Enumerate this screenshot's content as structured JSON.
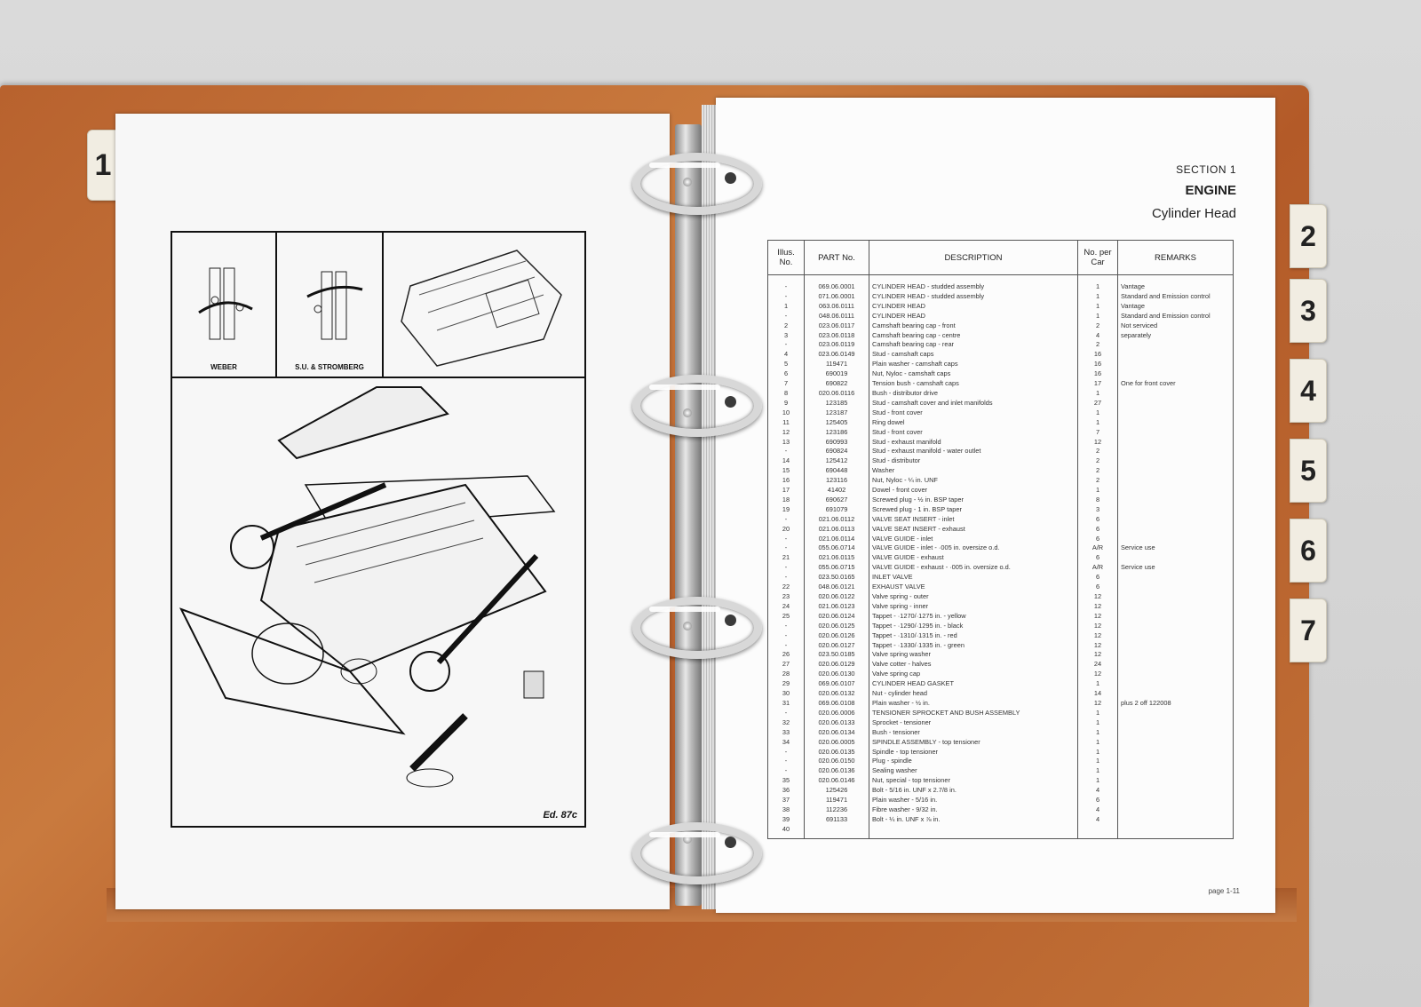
{
  "tabs": {
    "left": "1",
    "right": [
      "2",
      "3",
      "4",
      "5",
      "6",
      "7"
    ]
  },
  "left_page": {
    "inset_labels": [
      "WEBER",
      "S.U. & STROMBERG"
    ],
    "edition_mark": "Ed. 87c"
  },
  "right_page": {
    "section_label": "SECTION 1",
    "section_title": "ENGINE",
    "section_subtitle": "Cylinder Head",
    "page_number": "page 1-11",
    "table": {
      "headers": [
        "Illus. No.",
        "PART No.",
        "DESCRIPTION",
        "No. per Car",
        "REMARKS"
      ],
      "rows": [
        [
          "-",
          "069.06.0001",
          "CYLINDER HEAD - studded assembly",
          "1",
          "Vantage"
        ],
        [
          "-",
          "071.06.0001",
          "CYLINDER HEAD - studded assembly",
          "1",
          "Standard and Emission control"
        ],
        [
          "1",
          "063.06.0111",
          "CYLINDER HEAD",
          "1",
          "Vantage"
        ],
        [
          "-",
          "048.06.0111",
          "CYLINDER HEAD",
          "1",
          "Standard and Emission control"
        ],
        [
          "2",
          "023.06.0117",
          "Camshaft bearing cap - front",
          "2",
          "Not serviced"
        ],
        [
          "3",
          "023.06.0118",
          "Camshaft bearing cap - centre",
          "4",
          "separately"
        ],
        [
          "-",
          "023.06.0119",
          "Camshaft bearing cap - rear",
          "2",
          ""
        ],
        [
          "4",
          "023.06.0149",
          "Stud - camshaft caps",
          "16",
          ""
        ],
        [
          "5",
          "119471",
          "Plain washer - camshaft caps",
          "16",
          ""
        ],
        [
          "6",
          "690019",
          "Nut, Nyloc - camshaft caps",
          "16",
          ""
        ],
        [
          "7",
          "690822",
          "Tension bush - camshaft caps",
          "17",
          "One for front cover"
        ],
        [
          "8",
          "020.06.0116",
          "Bush - distributor drive",
          "1",
          ""
        ],
        [
          "9",
          "123185",
          "Stud - camshaft cover and inlet manifolds",
          "27",
          ""
        ],
        [
          "10",
          "123187",
          "Stud - front cover",
          "1",
          ""
        ],
        [
          "11",
          "125405",
          "Ring dowel",
          "1",
          ""
        ],
        [
          "12",
          "123186",
          "Stud - front cover",
          "7",
          ""
        ],
        [
          "13",
          "690993",
          "Stud - exhaust manifold",
          "12",
          ""
        ],
        [
          "-",
          "690824",
          "Stud - exhaust manifold - water outlet",
          "2",
          ""
        ],
        [
          "14",
          "125412",
          "Stud - distributor",
          "2",
          ""
        ],
        [
          "15",
          "690448",
          "Washer",
          "2",
          ""
        ],
        [
          "16",
          "123116",
          "Nut, Nyloc - ¼ in. UNF",
          "2",
          ""
        ],
        [
          "17",
          "41402",
          "Dowel - front cover",
          "1",
          ""
        ],
        [
          "18",
          "690627",
          "Screwed plug - ½ in. BSP taper",
          "8",
          ""
        ],
        [
          "19",
          "691079",
          "Screwed plug - 1 in. BSP taper",
          "3",
          ""
        ],
        [
          "-",
          "021.06.0112",
          "VALVE SEAT INSERT - inlet",
          "6",
          ""
        ],
        [
          "20",
          "021.06.0113",
          "VALVE SEAT INSERT - exhaust",
          "6",
          ""
        ],
        [
          "-",
          "021.06.0114",
          "VALVE GUIDE - inlet",
          "6",
          ""
        ],
        [
          "-",
          "055.06.0714",
          "VALVE GUIDE - inlet - ·005 in. oversize o.d.",
          "A/R",
          "Service use"
        ],
        [
          "21",
          "021.06.0115",
          "VALVE GUIDE - exhaust",
          "6",
          ""
        ],
        [
          "-",
          "055.06.0715",
          "VALVE GUIDE - exhaust - ·005 in. oversize o.d.",
          "A/R",
          "Service use"
        ],
        [
          "-",
          "023.50.0165",
          "INLET VALVE",
          "6",
          ""
        ],
        [
          "22",
          "048.06.0121",
          "EXHAUST VALVE",
          "6",
          ""
        ],
        [
          "23",
          "020.06.0122",
          "Valve spring - outer",
          "12",
          ""
        ],
        [
          "24",
          "021.06.0123",
          "Valve spring - inner",
          "12",
          ""
        ],
        [
          "25",
          "020.06.0124",
          "Tappet - ·1270/·1275 in. - yellow",
          "12",
          ""
        ],
        [
          "-",
          "020.06.0125",
          "Tappet - ·1290/·1295 in. - black",
          "12",
          ""
        ],
        [
          "-",
          "020.06.0126",
          "Tappet - ·1310/·1315 in. - red",
          "12",
          ""
        ],
        [
          "-",
          "020.06.0127",
          "Tappet - ·1330/·1335 in. - green",
          "12",
          ""
        ],
        [
          "26",
          "023.50.0185",
          "Valve spring washer",
          "12",
          ""
        ],
        [
          "27",
          "020.06.0129",
          "Valve cotter - halves",
          "24",
          ""
        ],
        [
          "28",
          "020.06.0130",
          "Valve spring cap",
          "12",
          ""
        ],
        [
          "29",
          "069.06.0107",
          "CYLINDER HEAD GASKET",
          "1",
          ""
        ],
        [
          "30",
          "020.06.0132",
          "Nut - cylinder head",
          "14",
          ""
        ],
        [
          "31",
          "069.06.0108",
          "Plain washer - ½ in.",
          "12",
          "plus 2 off 122008"
        ],
        [
          "-",
          "020.06.0006",
          "TENSIONER SPROCKET AND BUSH ASSEMBLY",
          "1",
          ""
        ],
        [
          "32",
          "020.06.0133",
          "Sprocket - tensioner",
          "1",
          ""
        ],
        [
          "33",
          "020.06.0134",
          "Bush - tensioner",
          "1",
          ""
        ],
        [
          "34",
          "020.06.0005",
          "SPINDLE ASSEMBLY - top tensioner",
          "1",
          ""
        ],
        [
          "-",
          "020.06.0135",
          "Spindle - top tensioner",
          "1",
          ""
        ],
        [
          "-",
          "020.06.0150",
          "Plug - spindle",
          "1",
          ""
        ],
        [
          "-",
          "020.06.0136",
          "Sealing washer",
          "1",
          ""
        ],
        [
          "35",
          "020.06.0146",
          "Nut, special - top tensioner",
          "1",
          ""
        ],
        [
          "36",
          "125426",
          "Bolt - 5/16 in. UNF x 2.7/8 in.",
          "4",
          ""
        ],
        [
          "37",
          "119471",
          "Plain washer - 5/16 in.",
          "6",
          ""
        ],
        [
          "38",
          "112236",
          "Fibre washer - 9/32 in.",
          "4",
          ""
        ],
        [
          "39",
          "691133",
          "Bolt - ¼ in. UNF x ⅞ in.",
          "4",
          ""
        ]
      ],
      "extra_illus": "40"
    }
  }
}
